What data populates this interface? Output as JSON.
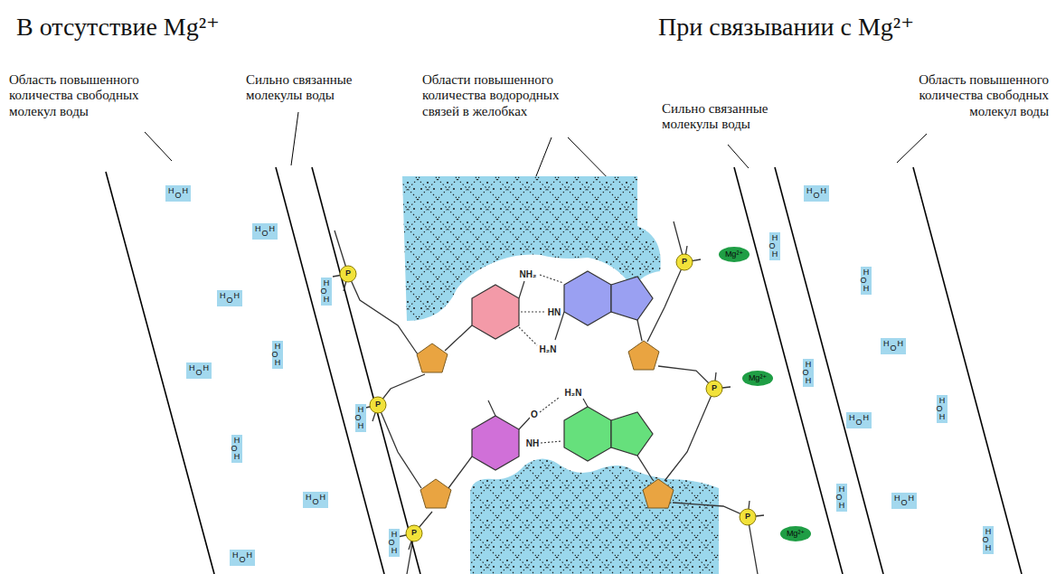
{
  "diagram": {
    "nodes": [
      {
        "text": [
          "H",
          "O",
          "H"
        ]
      },
      {
        "text": [
          "H",
          "O",
          "H"
        ]
      },
      {
        "text": [
          "H",
          "O",
          "H"
        ]
      },
      {
        "text": [
          "H",
          "O",
          "H"
        ]
      },
      {
        "text": [
          "H",
          "O",
          "H"
        ]
      },
      {
        "text": [
          "H",
          "O",
          "H"
        ]
      },
      {
        "text": [
          "H",
          "O",
          "H"
        ]
      },
      {
        "text": [
          "H",
          "O",
          "H"
        ]
      },
      {
        "text": [
          "H",
          "O",
          "H"
        ]
      },
      {
        "text": [
          "H",
          "O",
          "H"
        ]
      },
      {
        "text": [
          "H",
          "O",
          "H"
        ]
      },
      {
        "text": [
          "Mg²⁺"
        ]
      },
      {
        "text": [
          "Mg²⁺"
        ]
      },
      {
        "text": [
          "Mg²⁺"
        ]
      },
      {
        "text": [
          "H",
          "O",
          "H"
        ]
      },
      {
        "text": [
          "H",
          "O",
          "H"
        ]
      },
      {
        "text": [
          "H",
          "O",
          "H"
        ]
      },
      {
        "text": [
          "H",
          "O",
          "H"
        ]
      },
      {
        "text": [
          "H",
          "O",
          "H"
        ]
      },
      {
        "text": [
          "H",
          "O",
          "H"
        ]
      },
      {
        "text": [
          "H",
          "O",
          "H"
        ]
      },
      {
        "text": [
          "H",
          "O",
          "H"
        ]
      },
      {
        "text": [
          "H",
          "O",
          "H"
        ]
      },
      {
        "text": [
          "H",
          "O",
          "H"
        ]
      }
    ],
    "edges": [],
    "labels": [
      "В отсутствие Mg²⁺",
      "При связывании с Mg²⁺",
      "Область повышенного количества свободных молекул воды",
      "Сильно связанные молекулы воды",
      "Области повышенного количества водородных связей в желобках",
      "Сильно связанные молекулы воды",
      "Область повышенного количества свободных молекул воды",
      "NH₂",
      "HN",
      "H₂N",
      "O",
      "H₂N",
      "NH",
      "P",
      "P",
      "P",
      "P",
      "P",
      "P"
    ]
  }
}
